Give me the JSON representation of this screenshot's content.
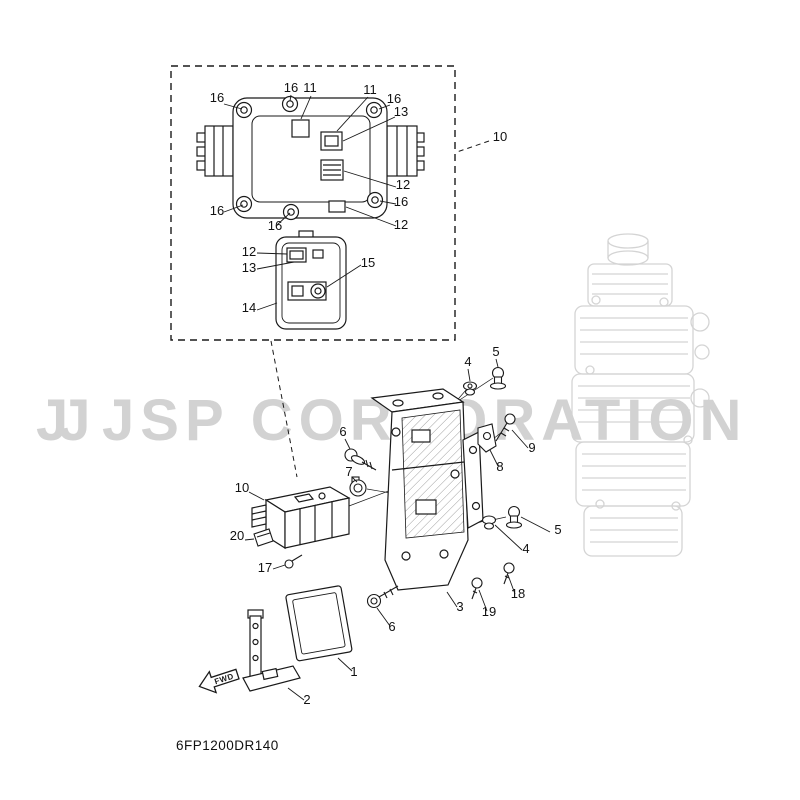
{
  "watermark": {
    "logo": "JJ",
    "text": "JSP CORPORATION",
    "color": "#d2d2d2"
  },
  "diagram": {
    "code": "6FP1200DR140",
    "fwd_label": "FWD"
  },
  "callouts": {
    "detail_box": {
      "c16_tl": "16",
      "c16_tc": "16",
      "c11_a": "11",
      "c11_b": "11",
      "c16_tr": "16",
      "c13_a": "13",
      "c10_ref": "10",
      "c12_a": "12",
      "c16_br": "16",
      "c16_bl": "16",
      "c16_bc": "16",
      "c12_b": "12",
      "c12_c": "12",
      "c13_b": "13",
      "c15": "15",
      "c14": "14"
    },
    "main": {
      "c4_top": "4",
      "c5_top": "5",
      "c6_upper": "6",
      "c9": "9",
      "c8": "8",
      "c7": "7",
      "c10_ecu": "10",
      "c5_right": "5",
      "c4_right": "4",
      "c20": "20",
      "c17": "17",
      "c3": "3",
      "c18": "18",
      "c19": "19",
      "c6_lower": "6",
      "c1": "1",
      "c2": "2"
    }
  }
}
